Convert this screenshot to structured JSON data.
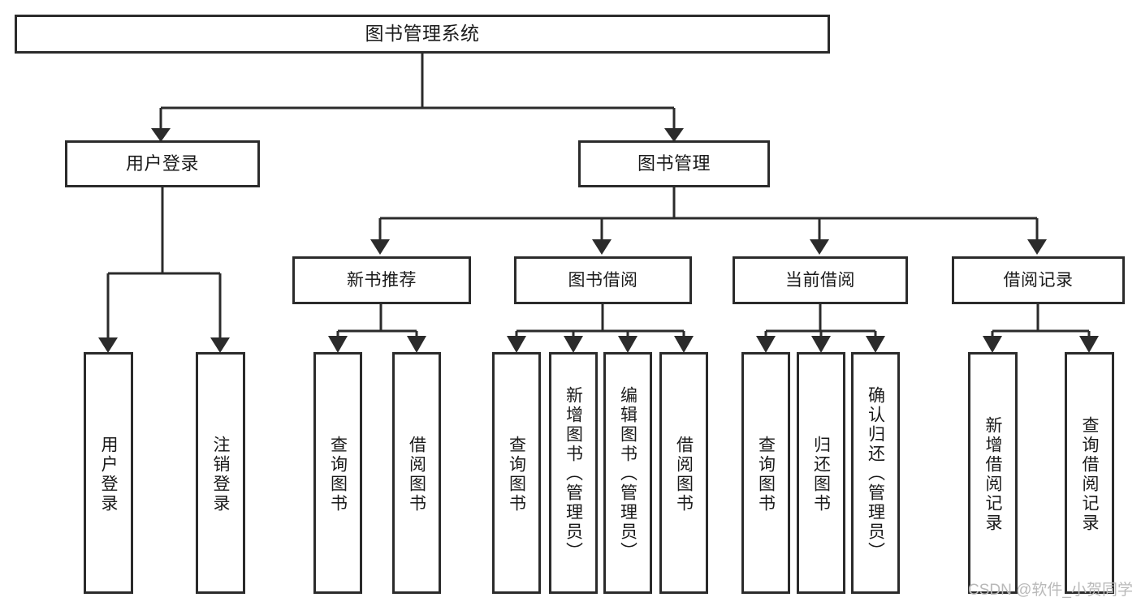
{
  "diagram": {
    "title": "图书管理系统",
    "type": "tree",
    "root": {
      "id": "root",
      "label": "图书管理系统"
    },
    "level1": [
      {
        "id": "user-login",
        "label": "用户登录"
      },
      {
        "id": "book-management",
        "label": "图书管理"
      }
    ],
    "level2": [
      {
        "id": "new-book-recommend",
        "label": "新书推荐",
        "parent": "book-management"
      },
      {
        "id": "book-borrow",
        "label": "图书借阅",
        "parent": "book-management"
      },
      {
        "id": "current-borrow",
        "label": "当前借阅",
        "parent": "book-management"
      },
      {
        "id": "borrow-record",
        "label": "借阅记录",
        "parent": "book-management"
      }
    ],
    "leaves": [
      {
        "id": "leaf-user-login",
        "label": "用户登录",
        "parent": "user-login"
      },
      {
        "id": "leaf-logout-login",
        "label": "注销登录",
        "parent": "user-login"
      },
      {
        "id": "leaf-query-book-1",
        "label": "查询图书",
        "parent": "new-book-recommend"
      },
      {
        "id": "leaf-borrow-book-1",
        "label": "借阅图书",
        "parent": "new-book-recommend"
      },
      {
        "id": "leaf-query-book-2",
        "label": "查询图书",
        "parent": "book-borrow"
      },
      {
        "id": "leaf-add-book",
        "label": "新增图书（管理员）",
        "parent": "book-borrow"
      },
      {
        "id": "leaf-edit-book",
        "label": "编辑图书（管理员）",
        "parent": "book-borrow"
      },
      {
        "id": "leaf-borrow-book-2",
        "label": "借阅图书",
        "parent": "book-borrow"
      },
      {
        "id": "leaf-query-book-3",
        "label": "查询图书",
        "parent": "current-borrow"
      },
      {
        "id": "leaf-return-book",
        "label": "归还图书",
        "parent": "current-borrow"
      },
      {
        "id": "leaf-confirm-return",
        "label": "确认归还（管理员）",
        "parent": "current-borrow"
      },
      {
        "id": "leaf-add-record",
        "label": "新增借阅记录",
        "parent": "borrow-record"
      },
      {
        "id": "leaf-query-record",
        "label": "查询借阅记录",
        "parent": "borrow-record"
      }
    ]
  },
  "watermark": {
    "text": "CSDN @软件_小贺同学"
  },
  "colors": {
    "stroke": "#2b2b2b",
    "background": "#ffffff",
    "text": "#1a1a1a",
    "watermark": "#b9b9b9"
  }
}
